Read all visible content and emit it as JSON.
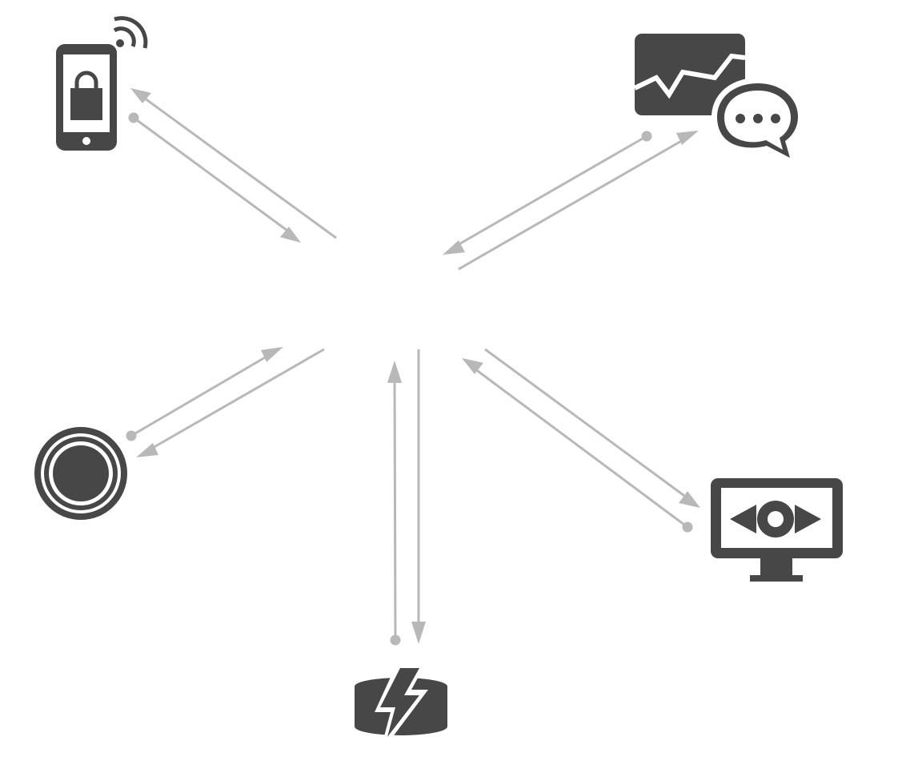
{
  "colors": {
    "icon": "#474747",
    "connector": "#b8b8b8",
    "background": "#ffffff"
  },
  "nodes": [
    {
      "id": "mobile-lock",
      "icon": "smartphone-lock-wifi-icon"
    },
    {
      "id": "analytics-chat",
      "icon": "chart-chat-bubble-icon"
    },
    {
      "id": "button",
      "icon": "circular-button-icon"
    },
    {
      "id": "lightning-storage",
      "icon": "lightning-database-icon"
    },
    {
      "id": "monitor-eye",
      "icon": "monitor-eye-icon"
    }
  ],
  "connections": [
    {
      "node": "mobile-lock",
      "directions": [
        "to-center",
        "from-center"
      ]
    },
    {
      "node": "analytics-chat",
      "directions": [
        "to-center",
        "from-center"
      ]
    },
    {
      "node": "button",
      "directions": [
        "to-center",
        "from-center"
      ]
    },
    {
      "node": "lightning-storage",
      "directions": [
        "to-center",
        "from-center"
      ]
    },
    {
      "node": "monitor-eye",
      "directions": [
        "to-center",
        "from-center"
      ]
    }
  ]
}
